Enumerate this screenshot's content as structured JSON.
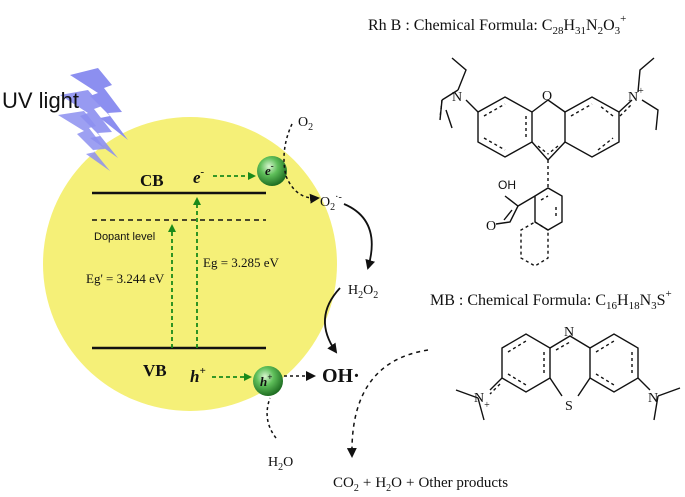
{
  "light": {
    "label": "UV light"
  },
  "bands": {
    "cb": "CB",
    "vb": "VB",
    "dopant_level": "Dopant level",
    "eg_doped": "Eg' = 3.244 eV",
    "eg": "Eg = 3.285 eV"
  },
  "carriers": {
    "electron": "e",
    "electron_sup": "-",
    "hole": "h",
    "hole_sup": "+"
  },
  "species": {
    "o2": "O",
    "o2_sub": "2",
    "superoxide": "O",
    "superoxide_sub": "2",
    "superoxide_sup": "·-",
    "h2o2_a": "H",
    "h2o2_a_sub": "2",
    "h2o2_b": "O",
    "h2o2_b_sub": "2",
    "oh_radical": "OH·",
    "water": "H",
    "water_sub": "2",
    "water_o": "O"
  },
  "products": {
    "co2": "CO",
    "co2_sub": "2",
    "plus1": "+",
    "h2o": "H",
    "h2o_sub": "2",
    "h2o_o": "O",
    "plus2": "+",
    "other": "Other products"
  },
  "rhb": {
    "prefix": "Rh B : Chemical Formula: C",
    "n1": "28",
    "h": "H",
    "n2": "31",
    "n": "N",
    "n3": "2",
    "o": "O",
    "n4": "3",
    "charge": "+",
    "atom_n_left": "N",
    "atom_o_ring": "O",
    "atom_n_right": "N",
    "atom_n_right_charge": "+",
    "atom_oh": "OH",
    "atom_o_carbonyl": "O"
  },
  "mb": {
    "prefix": "MB : Chemical Formula: C",
    "n1": "16",
    "h": "H",
    "n2": "18",
    "n": "N",
    "n3": "3",
    "s": "S",
    "charge": "+",
    "atom_n_top": "N",
    "atom_s": "S",
    "atom_n_left": "N",
    "atom_n_left_charge": "+",
    "atom_n_right": "N"
  },
  "colors": {
    "particle": "#f5f078",
    "arrow_green": "#1a8a1a",
    "oh_red": "#e00000",
    "lightning": "#8c8ff0",
    "bead": "#4aa84a"
  }
}
